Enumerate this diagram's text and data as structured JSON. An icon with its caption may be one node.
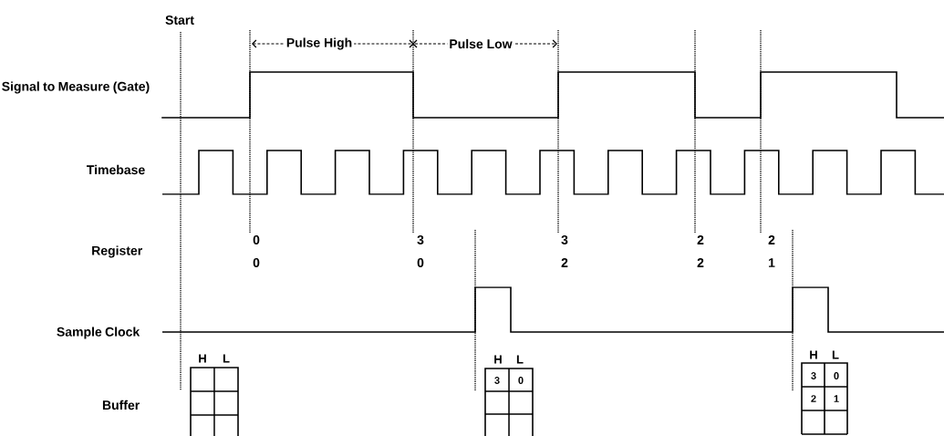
{
  "diagram": {
    "labels": [
      "Start",
      "Pulse High",
      "Pulse Low",
      "Signal to Measure (Gate)",
      "Timebase",
      "Register",
      "0",
      "3",
      "3",
      "2",
      "2",
      "0",
      "0",
      "2",
      "2",
      "1",
      "Sample Clock",
      "H",
      "L",
      "H",
      "L",
      "H",
      "L",
      "Buffer",
      "3",
      "0",
      "3",
      "0",
      "2",
      "1"
    ]
  }
}
